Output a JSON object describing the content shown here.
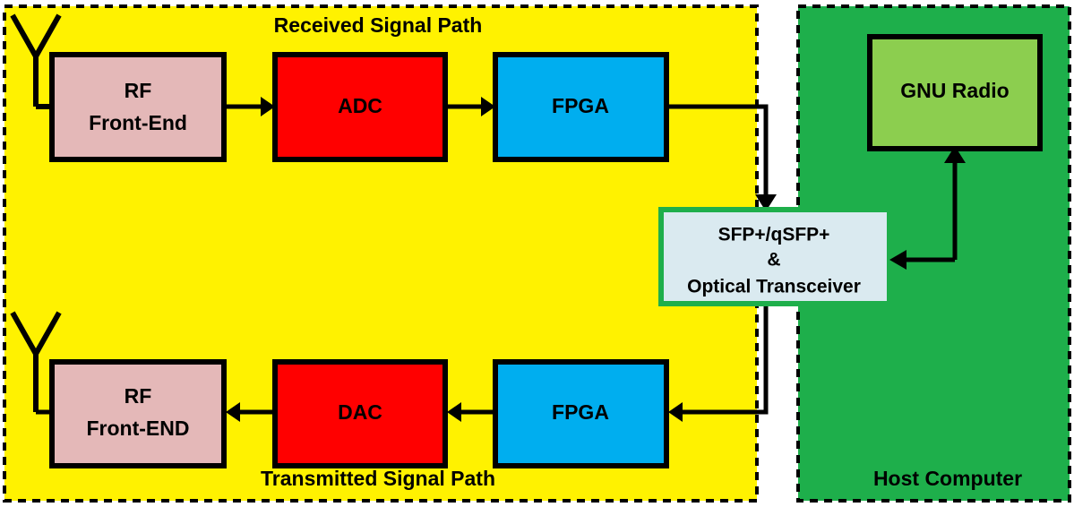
{
  "diagram": {
    "title": "SDR block diagram with host computer",
    "regions": [
      {
        "id": "sdr-region",
        "label": "Received Signal Path",
        "label_bottom": "Transmitted Signal Path",
        "fill": "#FFF200",
        "border": "#000000",
        "border_style": "dashed"
      },
      {
        "id": "host-region",
        "label": "Host Computer",
        "fill": "#1EAF4B",
        "border": "#000000",
        "border_style": "dashed"
      }
    ],
    "labels": {
      "received_signal_path": "Received Signal Path",
      "transmitted_signal_path": "Transmitted Signal Path",
      "host_computer": "Host Computer"
    },
    "blocks": [
      {
        "id": "rf-front-end-rx",
        "line1": "RF",
        "line2": "Front-End",
        "fill": "#E4B8B8",
        "stroke": "#000000"
      },
      {
        "id": "adc",
        "line1": "ADC",
        "line2": "",
        "fill": "#FF0000",
        "stroke": "#000000"
      },
      {
        "id": "fpga-rx",
        "line1": "FPGA",
        "line2": "",
        "fill": "#00AEEF",
        "stroke": "#000000"
      },
      {
        "id": "rf-front-end-tx",
        "line1": "RF",
        "line2": "Front-END",
        "fill": "#E4B8B8",
        "stroke": "#000000"
      },
      {
        "id": "dac",
        "line1": "DAC",
        "line2": "",
        "fill": "#FF0000",
        "stroke": "#000000"
      },
      {
        "id": "fpga-tx",
        "line1": "FPGA",
        "line2": "",
        "fill": "#00AEEF",
        "stroke": "#000000"
      },
      {
        "id": "sfp-transceiver",
        "line1": "SFP+/qSFP+",
        "line2": "&",
        "line3": "Optical Transceiver",
        "fill": "#DAEAF0",
        "stroke": "#1EAF4B"
      },
      {
        "id": "gnu-radio",
        "line1": "GNU Radio",
        "line2": "",
        "fill": "#8CCE4F",
        "stroke": "#000000"
      }
    ],
    "colors": {
      "yellow_region": "#FFF200",
      "green_region": "#1EAF4B",
      "rf_pink": "#E4B8B8",
      "converter_red": "#FF0000",
      "fpga_blue": "#00AEEF",
      "gnu_radio_green": "#8CCE4F",
      "sfp_pale_blue": "#DAEAF0",
      "line_black": "#000000"
    }
  }
}
